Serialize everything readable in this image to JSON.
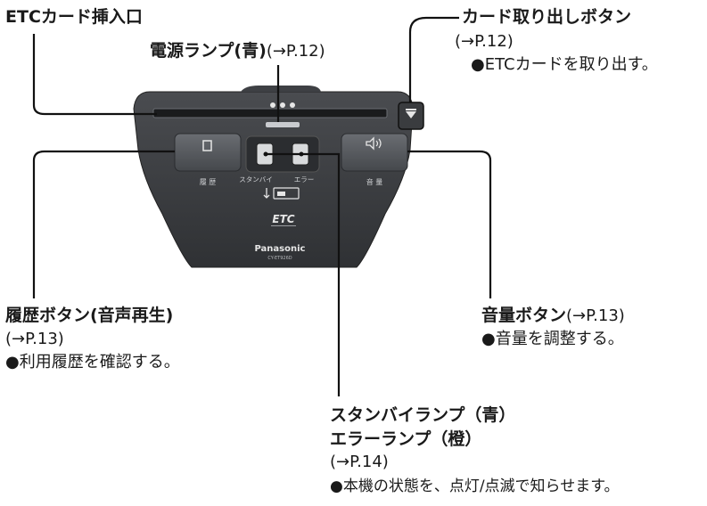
{
  "labels": {
    "etc_slot": "ETCカード挿入口",
    "power_lamp_title": "電源ランプ(青)",
    "power_lamp_ref": "(→P.12)",
    "eject_title": "カード取り出しボタン",
    "eject_ref": "(→P.12)",
    "eject_desc": "●ETCカードを取り出す。",
    "history_title": "履歴ボタン(音声再生)",
    "history_ref": "(→P.13)",
    "history_desc": "●利用履歴を確認する。",
    "volume_title": "音量ボタン",
    "volume_ref": "(→P.13)",
    "volume_desc": "●音量を調整する。",
    "lamps_title1": "スタンバイランプ（青）",
    "lamps_title2": "エラーランプ（橙）",
    "lamps_ref": "(→P.14)",
    "lamps_desc": "●本機の状態を、点灯/点滅で知らせます。"
  },
  "device": {
    "history_label": "履 歴",
    "standby_label": "スタンバイ",
    "error_label": "エラー",
    "volume_label": "音 量",
    "etc_logo": "ETC",
    "brand": "Panasonic",
    "model": "CY-ET926D"
  },
  "colors": {
    "body": "#3a3c3f",
    "button": "#55585c",
    "line": "#111111"
  }
}
